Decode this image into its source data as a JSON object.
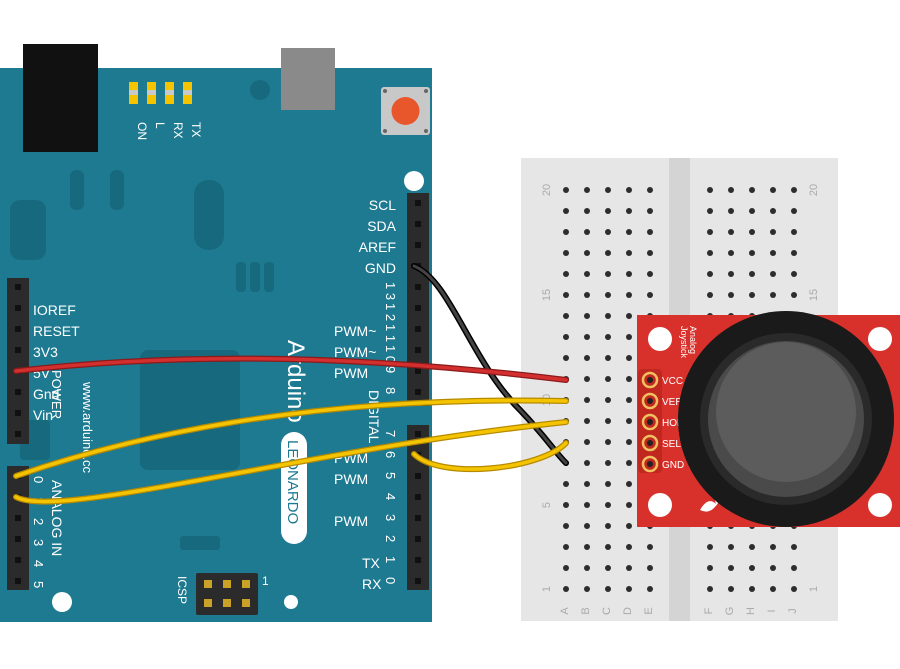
{
  "board": {
    "name": "Arduino",
    "model": "LEONARDO",
    "website": "www.arduino.cc",
    "led_labels": [
      "ON",
      "L",
      "RX",
      "TX"
    ],
    "digital_header_top": [
      "SCL",
      "SDA",
      "AREF",
      "GND"
    ],
    "digital_pin_numbers_top": [
      "1 3",
      "1 2",
      "1 1",
      "1 0",
      "9",
      "8"
    ],
    "pwm_labels_top": [
      "PWM~",
      "PWM~",
      "PWM"
    ],
    "digital_label": "DIGITAL",
    "digital_pin_numbers_bottom": [
      "7",
      "6",
      "5",
      "4",
      "3",
      "2",
      "1",
      "0"
    ],
    "pwm_labels_bottom": [
      "PWM",
      "PWM",
      "PWM"
    ],
    "tx_label": "TX",
    "rx_label": "RX",
    "power_pins": [
      "IOREF",
      "RESET",
      "3V3",
      "5V",
      "Gnd",
      "Vin"
    ],
    "power_label": "POWER",
    "analog_label": "ANALOG IN",
    "analog_pins": [
      "0",
      "1",
      "2",
      "3",
      "4",
      "5"
    ],
    "icsp_label": "ICSP",
    "icsp_pin_one": "1"
  },
  "breadboard": {
    "row_numbers": [
      "20",
      "15",
      "10",
      "5",
      "1"
    ],
    "columns_left": [
      "A",
      "B",
      "C",
      "D",
      "E"
    ],
    "columns_right": [
      "F",
      "G",
      "H",
      "I",
      "J"
    ]
  },
  "joystick": {
    "title_line1": "Analog",
    "title_line2": "Joystick",
    "pins": [
      "VCC",
      "VER",
      "HOR",
      "SEL",
      "GND"
    ]
  },
  "wires": [
    {
      "name": "5V to VCC",
      "color": "#d32f2f"
    },
    {
      "name": "GND to GND",
      "color": "#222222"
    },
    {
      "name": "A0 to VER",
      "color": "#f5c400"
    },
    {
      "name": "A1 to HOR",
      "color": "#f5c400"
    },
    {
      "name": "D7 to SEL",
      "color": "#f5c400"
    }
  ],
  "colors": {
    "board": "#1d7a91",
    "board_dark": "#176a7e",
    "header": "#2b2b2b",
    "breadboard": "#e6e6e6",
    "joystick_pcb": "#d8312b",
    "reset_button": "#e8572c"
  }
}
